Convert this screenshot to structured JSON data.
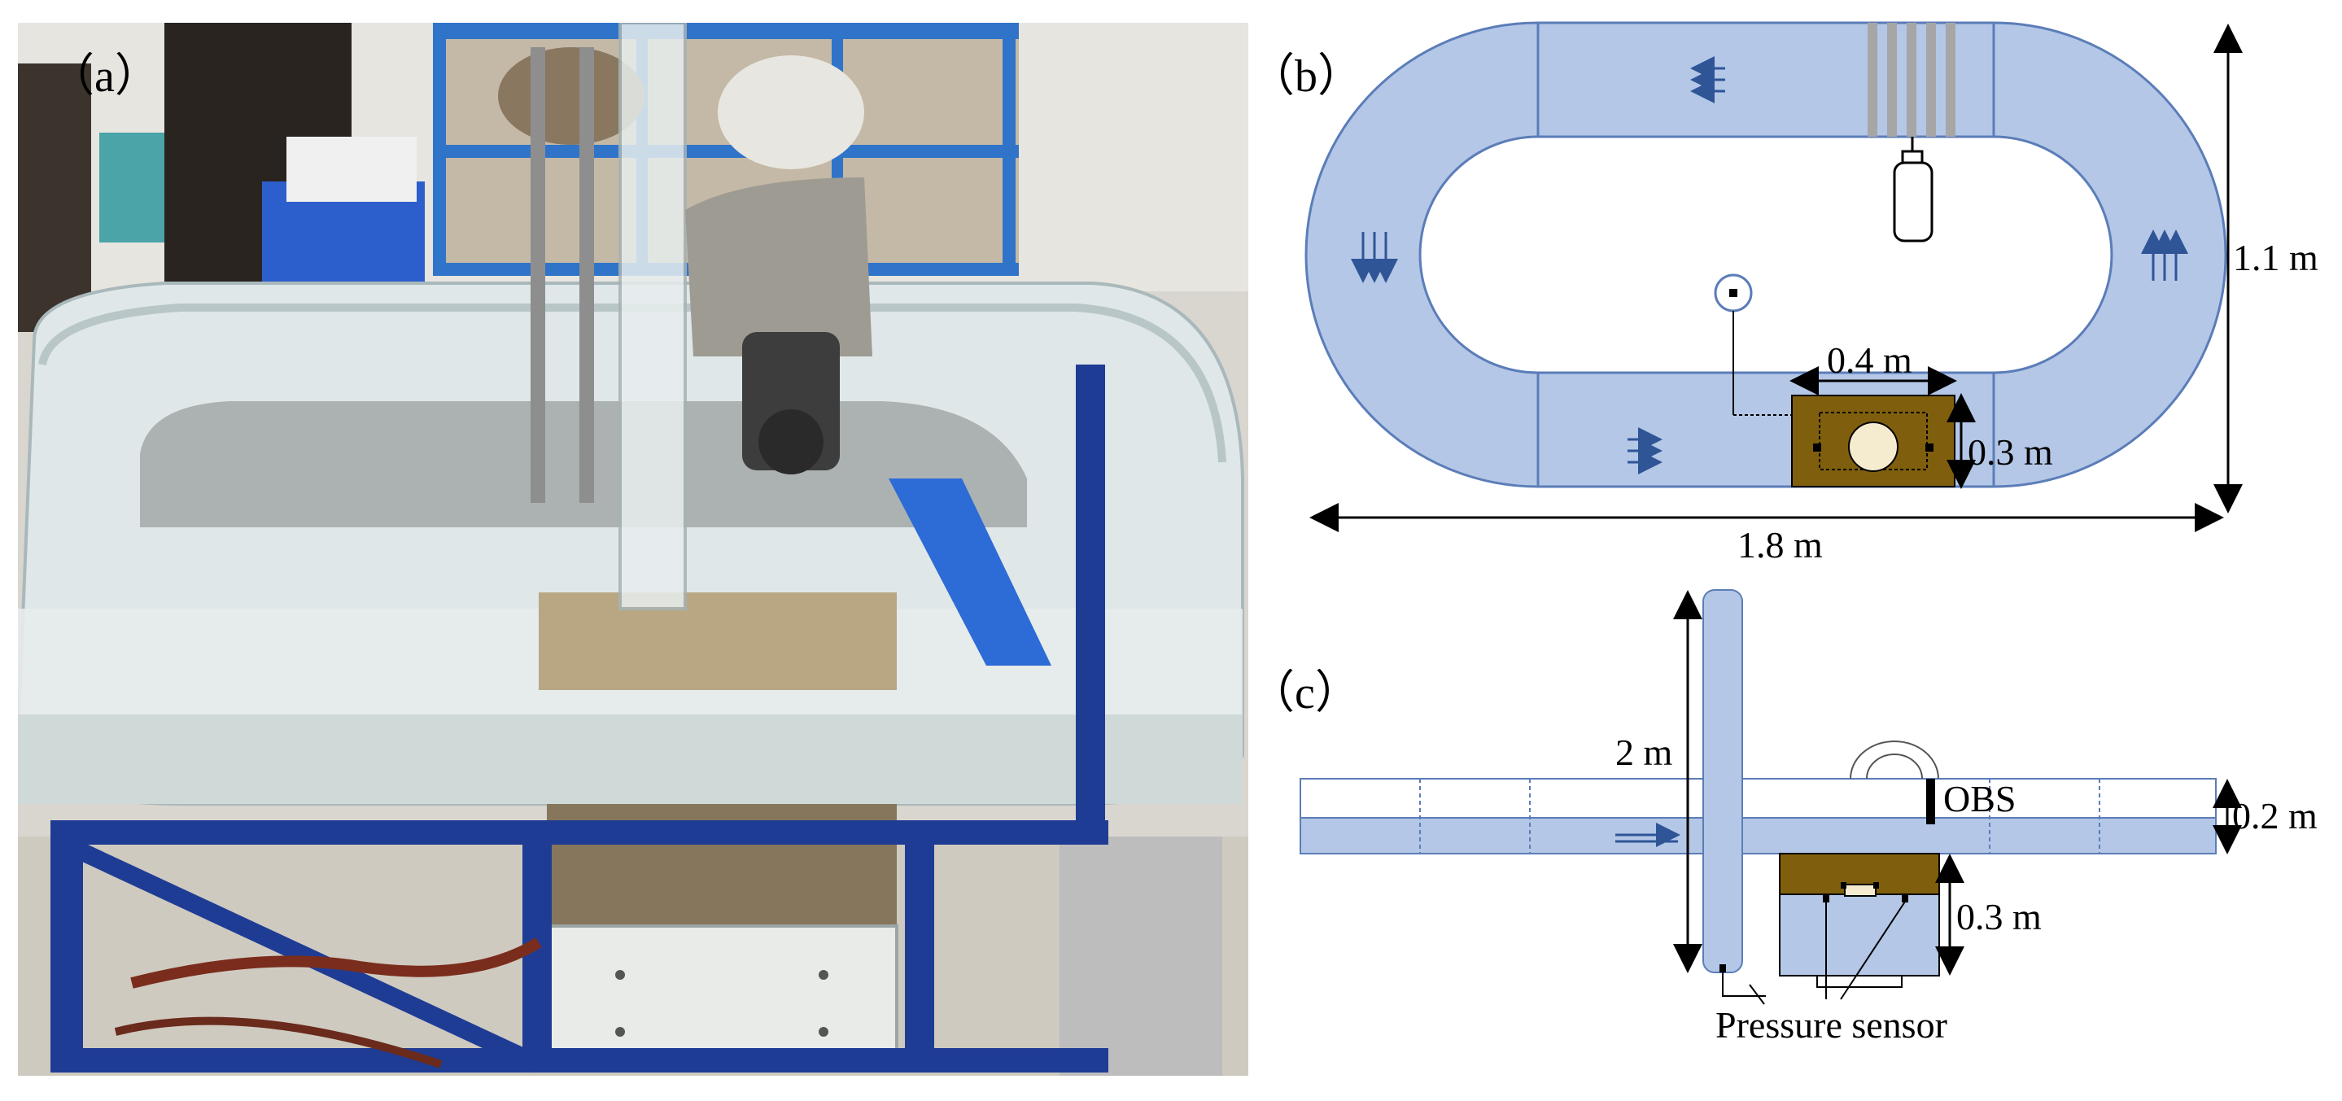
{
  "panels": {
    "a": {
      "label": "（a）"
    },
    "b": {
      "label": "（b）",
      "dim_width": "1.8 m",
      "dim_height": "1.1 m",
      "dim_box_width": "0.4 m",
      "dim_box_height": "0.3 m"
    },
    "c": {
      "label": "（c）",
      "dim_column": "2 m",
      "dim_channel": "0.2 m",
      "dim_box": "0.3 m",
      "obs_label": "OBS",
      "pressure_label": "Pressure sensor"
    }
  },
  "colors": {
    "channel_fill": "#b4c7e7",
    "channel_stroke": "#5b7db8",
    "sediment": "#7f5f0e",
    "arrow": "#2f5597",
    "frame_blue": "#1f3c95"
  }
}
